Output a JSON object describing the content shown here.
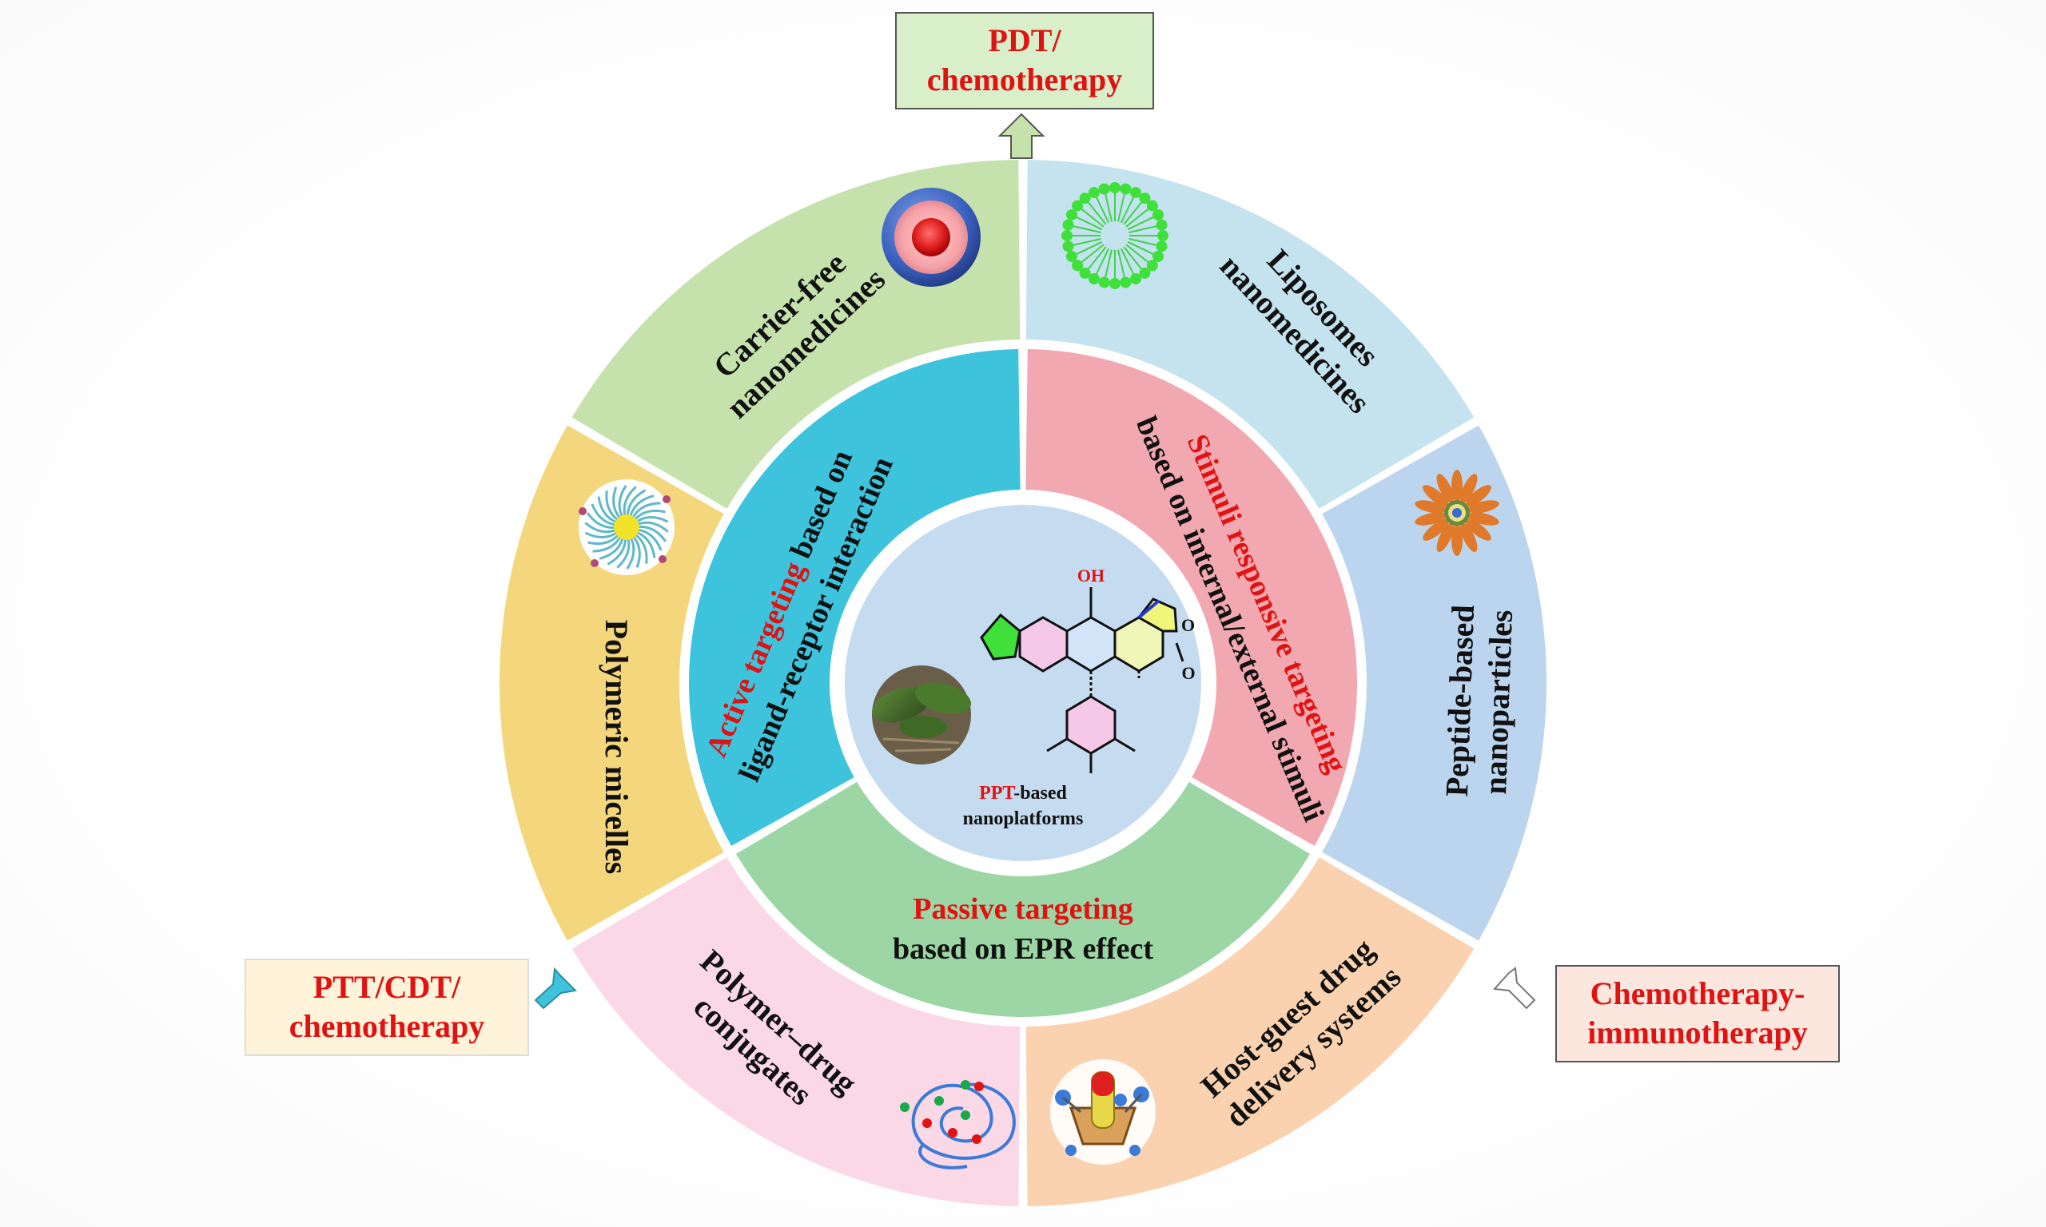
{
  "outputs": {
    "top": {
      "line1": "PDT/",
      "line2": "chemotherapy",
      "fill": "#d8efc9",
      "border": "#555555"
    },
    "left": {
      "line1": "PTT/CDT/",
      "line2": "chemotherapy",
      "fill": "#fff3d9",
      "border": "#cccccc"
    },
    "right": {
      "line1": "Chemotherapy-",
      "line2": "immunotherapy",
      "fill": "#fbe7de",
      "border": "#555555"
    }
  },
  "center": {
    "label_highlight": "PPT",
    "label_rest": "-based",
    "label_line2": "nanoplatforms",
    "oh_label": "OH"
  },
  "middle_ring": {
    "active": {
      "highlight": "Active targeting",
      "rest": " based on",
      "line2": "ligand-receptor interaction",
      "color": "#3ec3dc"
    },
    "stimuli": {
      "highlight": "Stimuli responsive targeting",
      "line2": "based on internal/external stimuli",
      "color": "#f2a8b0"
    },
    "passive": {
      "highlight": "Passive targeting",
      "line2": "based on EPR effect",
      "color": "#9bd6a4"
    }
  },
  "outer_ring": [
    {
      "line1": "Carrier-free",
      "line2": "nanomedicines",
      "color": "#c5e2ad"
    },
    {
      "line1": "Liposomes",
      "line2": "nanomedicines",
      "color": "#c4e3ee"
    },
    {
      "line1": "Peptide-based",
      "line2": "nanoparticles",
      "color": "#bcd5ee"
    },
    {
      "line1": "Host-guest drug",
      "line2": "delivery systems",
      "color": "#fbd2b0"
    },
    {
      "line1": "Polymer–drug",
      "line2": "conjugates",
      "color": "#fbd8e6"
    },
    {
      "line1": "Polymeric micelles",
      "line2": "",
      "color": "#f4d67c"
    }
  ],
  "colors": {
    "highlight": "#e01212",
    "text": "#111111",
    "center_fill": "#c5dcf0",
    "ring_gap": "#ffffff"
  }
}
